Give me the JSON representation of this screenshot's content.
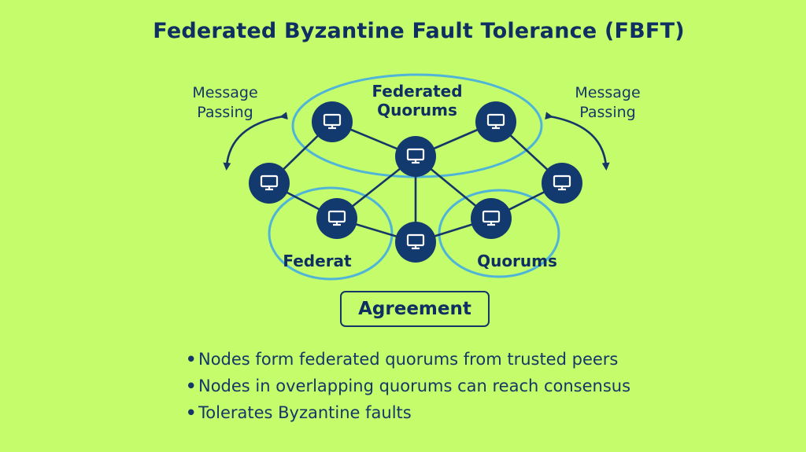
{
  "title": "Federated Byzantine Fault Tolerance (FBFT)",
  "side_labels": {
    "left": [
      "Message",
      "Passing"
    ],
    "right": [
      "Message",
      "Passing"
    ]
  },
  "clusters": {
    "top": [
      "Federated",
      "Quorums"
    ],
    "left": "Federat",
    "right": "Quorums"
  },
  "agreement_label": "Agreement",
  "bullets": [
    "Nodes form federated quorums from trusted peers",
    "Nodes in overlapping quorums can reach consensus",
    "Tolerates Byzantine faults"
  ],
  "icons": {
    "node": "computer-monitor-icon",
    "arrow": "curved-arrow-icon"
  },
  "colors": {
    "background": "#c4fc6c",
    "node": "#133a6f",
    "ellipse": "#4fb4d8",
    "text": "#0f2f63"
  }
}
